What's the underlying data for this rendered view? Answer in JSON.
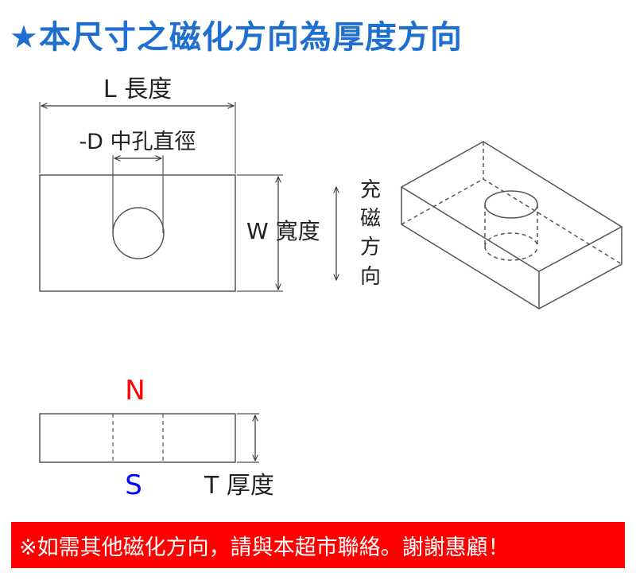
{
  "title": "★本尺寸之磁化方向為厚度方向",
  "labels": {
    "length": "L 長度",
    "hole_diameter": "-D 中孔直徑",
    "width": "W 寬度",
    "magnetize_direction": [
      "充",
      "磁",
      "方",
      "向"
    ],
    "north": "N",
    "south": "S",
    "thickness": "T 厚度"
  },
  "footer": "※如需其他磁化方向，請與本超市聯絡。謝謝惠顧！",
  "colors": {
    "title": "#1f6fd1",
    "north": "#ff0000",
    "south": "#0000ff",
    "footer_bg": "#ff0000",
    "line": "#555555"
  }
}
